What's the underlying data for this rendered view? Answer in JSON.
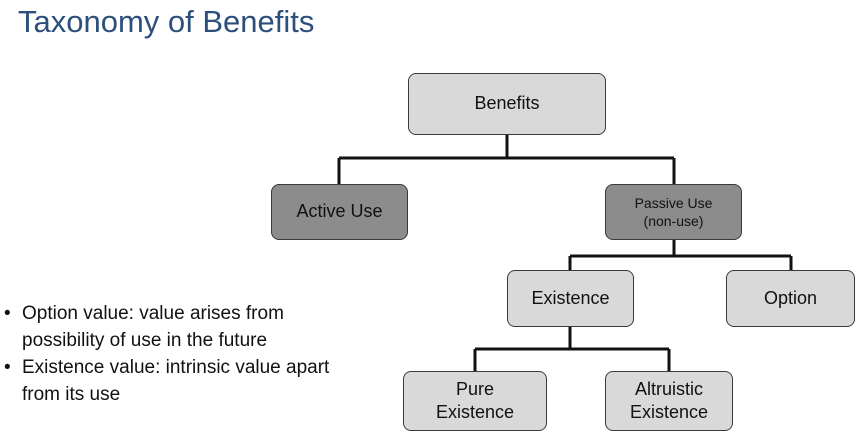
{
  "slide": {
    "title": "Taxonomy of Benefits"
  },
  "diagram": {
    "nodes": {
      "benefits": {
        "lines": [
          "Benefits"
        ]
      },
      "active_use": {
        "lines": [
          "Active Use"
        ]
      },
      "passive_use": {
        "lines": [
          "Passive Use",
          "(non-use)"
        ]
      },
      "existence": {
        "lines": [
          "Existence"
        ]
      },
      "option": {
        "lines": [
          "Option"
        ]
      },
      "pure_existence": {
        "lines": [
          "Pure",
          "Existence"
        ]
      },
      "altruistic_existence": {
        "lines": [
          "Altruistic",
          "Existence"
        ]
      }
    }
  },
  "notes": {
    "bullet_glyph": "•",
    "items": [
      "Option value: value arises from possibility of use in the future",
      "Existence value: intrinsic value apart from its use"
    ]
  }
}
